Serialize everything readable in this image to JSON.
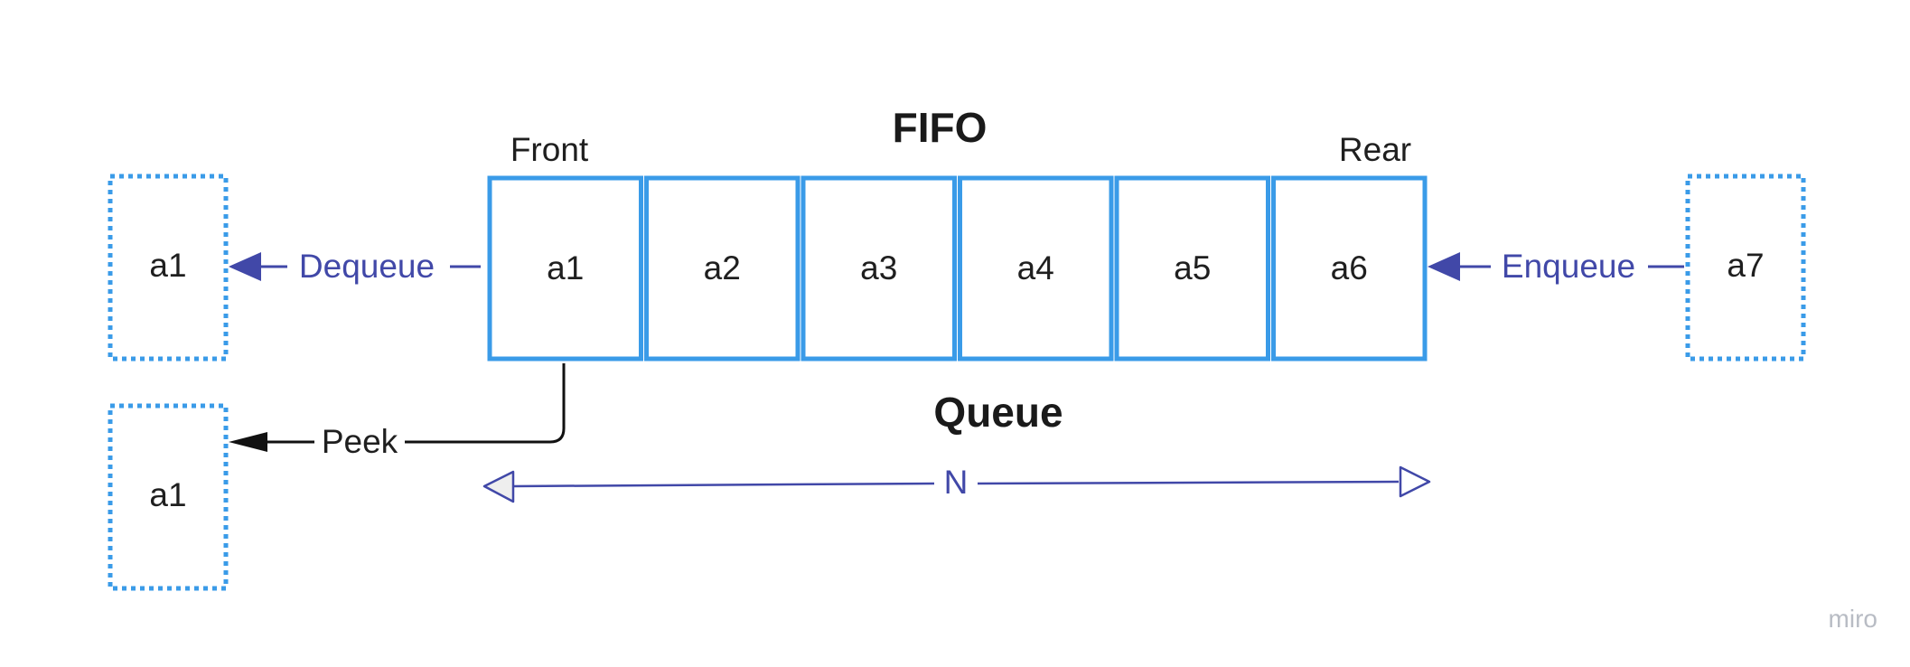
{
  "diagram": {
    "title": "FIFO",
    "subtitle": "Queue",
    "front_label": "Front",
    "rear_label": "Rear",
    "queue_items": [
      "a1",
      "a2",
      "a3",
      "a4",
      "a5",
      "a6"
    ],
    "dequeue": {
      "label": "Dequeue",
      "output": "a1"
    },
    "enqueue": {
      "label": "Enqueue",
      "input": "a7"
    },
    "peek": {
      "label": "Peek",
      "output": "a1"
    },
    "length_label": "N",
    "watermark": "miro"
  },
  "colors": {
    "queue_border": "#3a9be8",
    "dotted_border": "#3a9be8",
    "operation": "#4148a8",
    "peek_line": "#111111",
    "text": "#1f1f1f"
  }
}
